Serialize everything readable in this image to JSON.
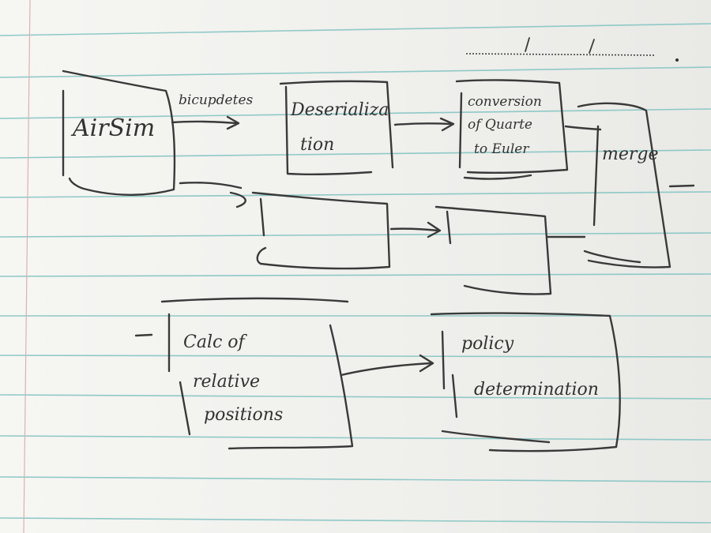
{
  "nodes": {
    "airsim": {
      "label": "AirSim"
    },
    "deserialization": {
      "line1": "Deserializa",
      "line2": "tion"
    },
    "conversion": {
      "line1": "conversion",
      "line2": "of Quarte",
      "line3": "to Euler"
    },
    "merge": {
      "label": "merge"
    },
    "calc": {
      "line1": "Calc of",
      "line2": "relative",
      "line3": "positions"
    },
    "policy": {
      "line1": "policy",
      "line2": "determination"
    }
  },
  "edges": {
    "airsim_to_deserialization": {
      "label": "bicupdetes"
    }
  }
}
